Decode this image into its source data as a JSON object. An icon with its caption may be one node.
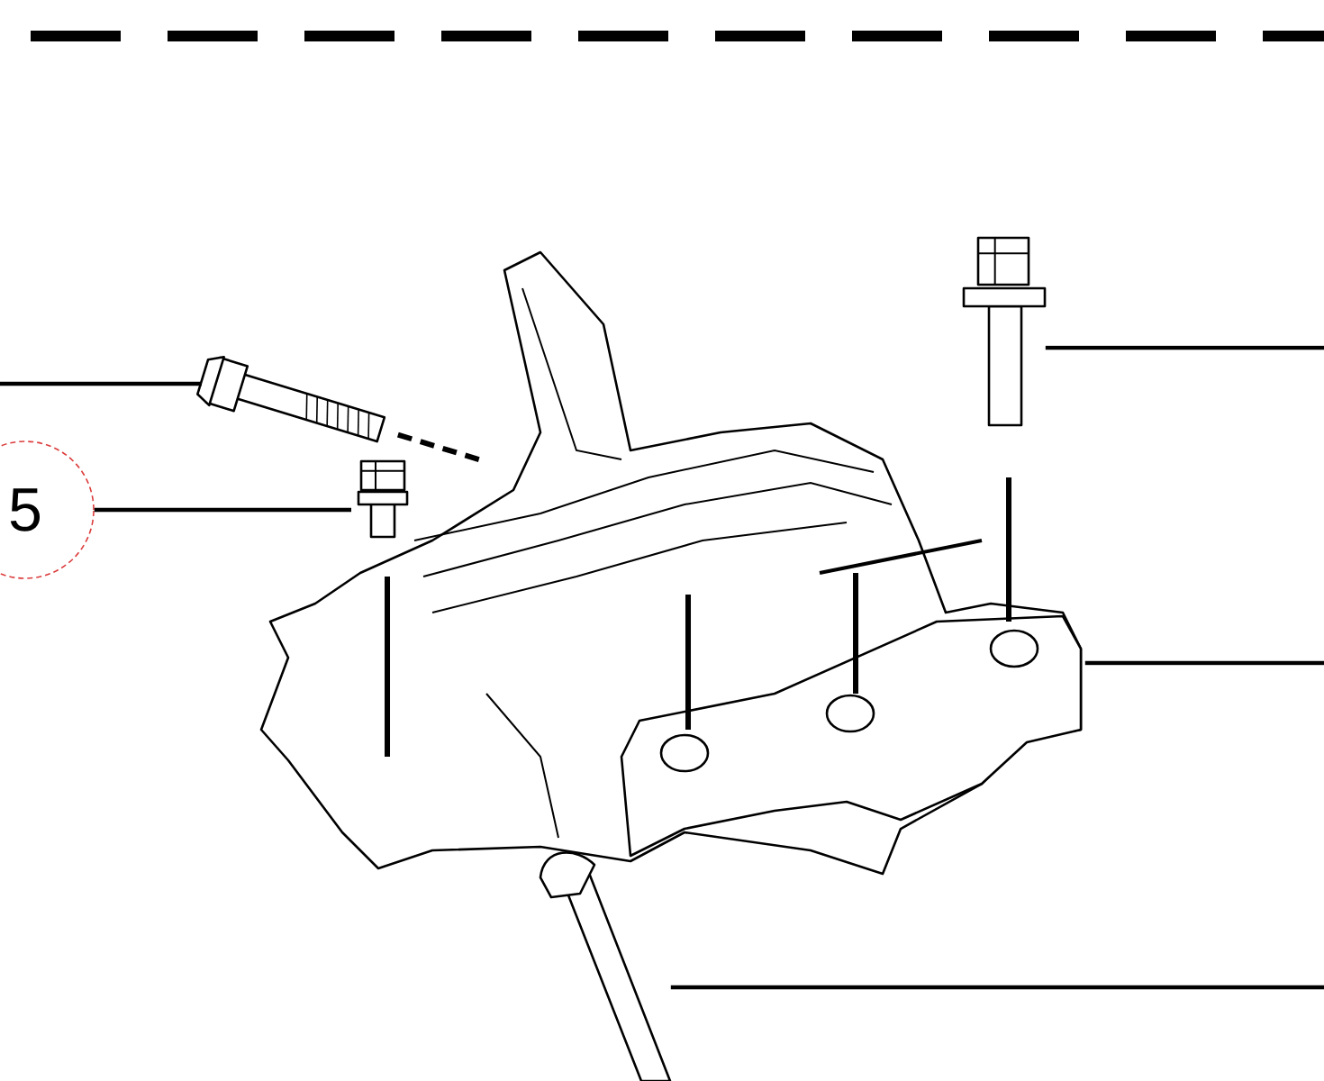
{
  "diagram": {
    "nodes": [
      {
        "text": [
          "5"
        ]
      },
      {
        "text": [],
        "shape": "picture"
      },
      {
        "text": [],
        "shape": "picture"
      },
      {
        "text": [],
        "shape": "picture"
      },
      {
        "text": [],
        "shape": "picture"
      },
      {
        "text": [],
        "shape": "picture"
      }
    ],
    "edges": [
      {
        "from": null,
        "to": 1,
        "arrow": "none"
      },
      {
        "from": 0,
        "to": 2,
        "arrow": "none"
      },
      {
        "from": null,
        "to": 3,
        "arrow": "none"
      },
      {
        "from": null,
        "to": 4,
        "arrow": "none"
      },
      {
        "from": null,
        "to": 5,
        "arrow": "none"
      }
    ]
  }
}
